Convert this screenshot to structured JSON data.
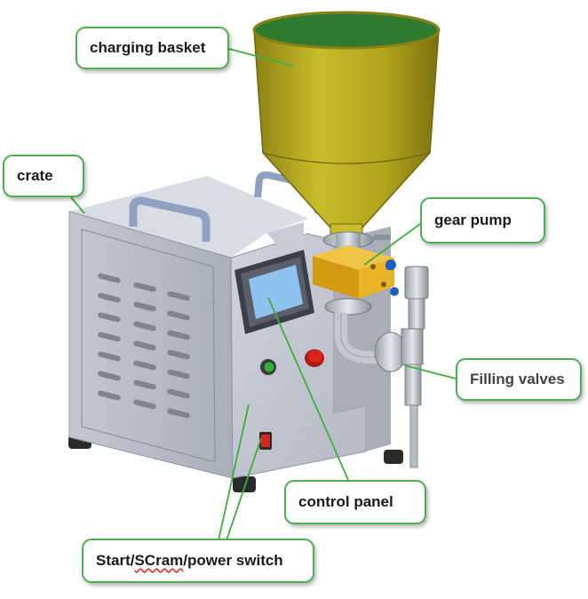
{
  "labels": {
    "charging_basket": "charging basket",
    "crate": "crate",
    "gear_pump": "gear pump",
    "filling_valves": "Filling valves",
    "control_panel": "control panel",
    "switch_prefix": "Start/",
    "switch_scram": "SCram",
    "switch_suffix": "/power switch"
  },
  "colors": {
    "callout_border": "#4caf50",
    "leader_line": "#3fae3a",
    "hopper": "#b3a81a",
    "hopper_inner": "#2e7a2e",
    "housing": "#b9bdc9",
    "pump_block": "#e0ad1f",
    "screen": "#8fc3ef",
    "stop_button": "#d8261e",
    "start_button": "#2fae3a",
    "power_switch": "#d8261e"
  }
}
